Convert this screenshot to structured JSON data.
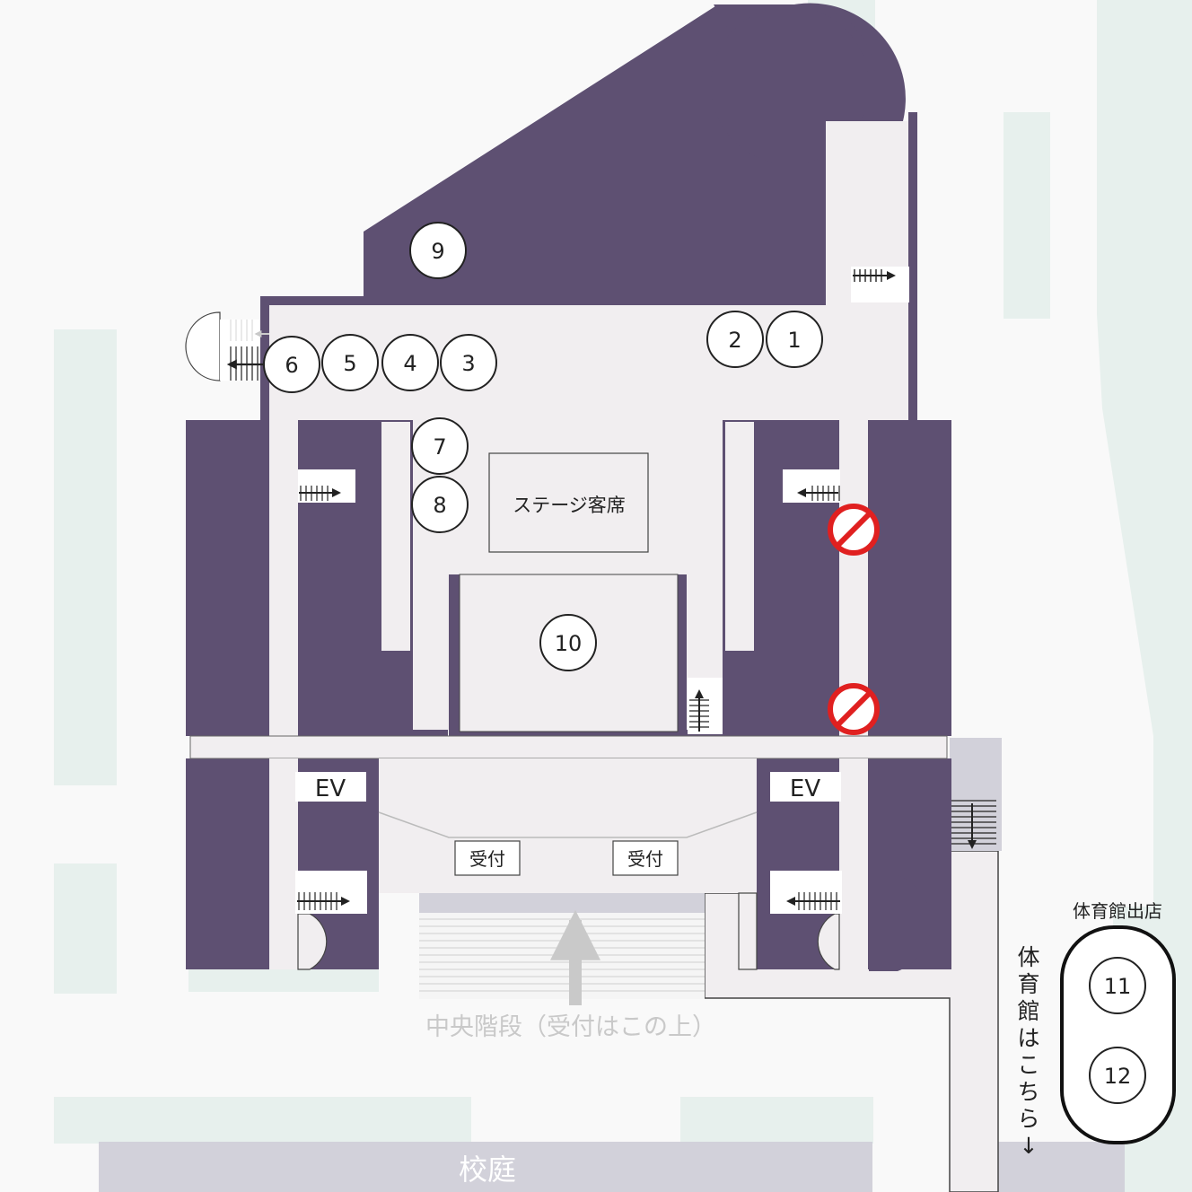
{
  "colors": {
    "building": "#5e5072",
    "corridor": "#f1eef0",
    "ground": "#f9f9f9",
    "lawn": "#e7f0ed",
    "pavement": "#d2d1da",
    "marker": "#222222",
    "prohibited": "#e02020",
    "faint_text": "#c9c9c9"
  },
  "labels": {
    "stage_seats": "ステージ客席",
    "ev": "EV",
    "reception": "受付",
    "central_stairs": "中央階段（受付はこの上）",
    "schoolyard": "校庭",
    "gym_shop": "体育館出店",
    "gym_direction": [
      "体",
      "育",
      "館",
      "は",
      "こ",
      "ち",
      "ら",
      "↓"
    ]
  },
  "booths": [
    "1",
    "2",
    "3",
    "4",
    "5",
    "6",
    "7",
    "8",
    "9",
    "10",
    "11",
    "12"
  ],
  "icons": {
    "stairs": "stairs-icon",
    "arrow": "arrow-icon",
    "no_entry": "no-entry-icon"
  }
}
